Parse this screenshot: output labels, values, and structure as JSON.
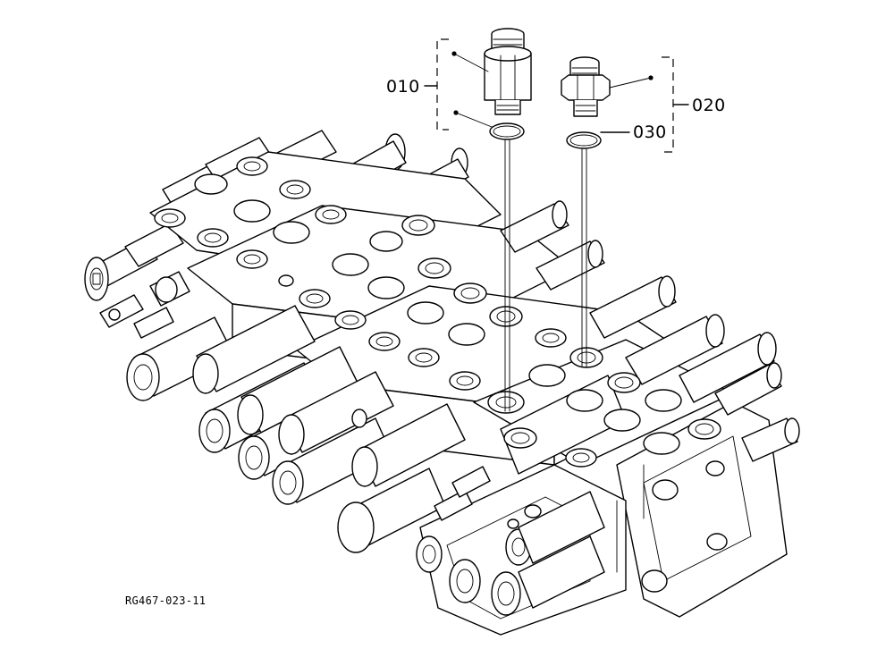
{
  "callouts": {
    "part_010": "010",
    "part_020": "020",
    "part_030": "030"
  },
  "reference": "RG467-023-11"
}
